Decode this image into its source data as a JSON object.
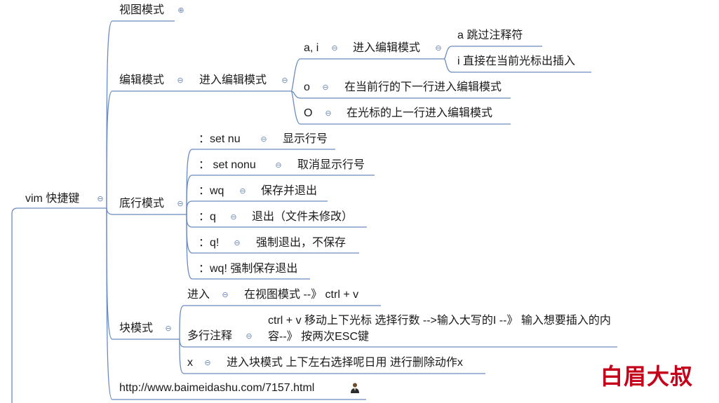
{
  "colors": {
    "line": "#6a8bbf",
    "text": "#1a1a1a",
    "watermark": "#c4001a"
  },
  "root": {
    "label": "vim 快捷键",
    "toggle": "⊖"
  },
  "view_mode": {
    "label": "视图模式",
    "toggle": "⊕"
  },
  "edit_mode": {
    "label": "编辑模式",
    "toggle": "⊖",
    "enter": {
      "label": "进入编辑模式",
      "toggle": "⊖"
    },
    "ai": {
      "label": "a, i",
      "toggle": "⊖"
    },
    "ai_enter": {
      "label": "进入编辑模式",
      "toggle": "⊖"
    },
    "a_skip": "a 跳过注释符",
    "i_insert": "i 直接在当前光标出插入",
    "o": {
      "label": "o",
      "toggle": "⊖",
      "desc": "在当前行的下一行进入编辑模式"
    },
    "O": {
      "label": "O",
      "toggle": "⊖",
      "desc": "在光标的上一行进入编辑模式"
    }
  },
  "bottom_mode": {
    "label": "底行模式",
    "toggle": "⊖",
    "items": [
      {
        "cmd": "：set nu",
        "toggle": "⊖",
        "desc": "显示行号"
      },
      {
        "cmd": "： set nonu",
        "toggle": "⊖",
        "desc": "取消显示行号"
      },
      {
        "cmd": "：wq",
        "toggle": "⊖",
        "desc": "保存并退出"
      },
      {
        "cmd": "：q",
        "toggle": "⊖",
        "desc": "退出（文件未修改）"
      },
      {
        "cmd": "：q!",
        "toggle": "⊖",
        "desc": "强制退出，不保存"
      },
      {
        "cmd": "：wq! 强制保存退出"
      }
    ]
  },
  "block_mode": {
    "label": "块模式",
    "toggle": "⊖",
    "enter": {
      "label": "进入",
      "toggle": "⊖",
      "desc": "在视图模式 --》 ctrl + v"
    },
    "comment": {
      "label": "多行注释",
      "toggle": "⊖",
      "desc": "ctrl + v 移动上下光标 选择行数 -->输入大写的I --》 输入想要插入的内容--》 按两次ESC键"
    },
    "x": {
      "label": "x",
      "toggle": "⊖",
      "desc": "进入块模式 上下左右选择呢日用 进行删除动作x"
    }
  },
  "link": {
    "label": "http://www.baimeidashu.com/7157.html"
  },
  "watermark": "白眉大叔"
}
